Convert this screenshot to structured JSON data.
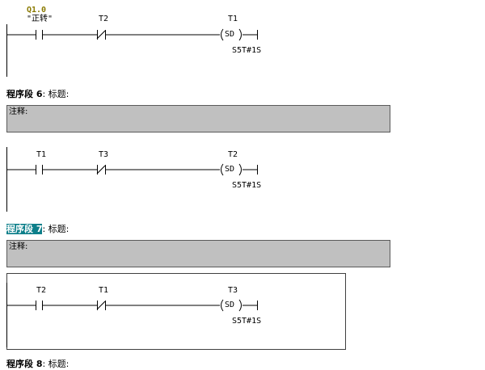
{
  "networks": [
    {
      "address": "Q1.0",
      "symbol": "\"正转\"",
      "contact1": "",
      "contact2": "T2",
      "coil_timer": "T1",
      "coil_type": "SD",
      "preset": "S5T#1S"
    },
    {
      "segment_label": "程序段 6",
      "title_suffix": ": 标题:",
      "comment_label": "注释:",
      "contact1": "T1",
      "contact2": "T3",
      "coil_timer": "T2",
      "coil_type": "SD",
      "preset": "S5T#1S"
    },
    {
      "segment_label": "程序段 7",
      "title_suffix": ": 标题:",
      "comment_label": "注释:",
      "contact1": "T2",
      "contact2": "T1",
      "coil_timer": "T3",
      "coil_type": "SD",
      "preset": "S5T#1S"
    },
    {
      "segment_label": "程序段 8",
      "title_suffix": ": 标题:"
    }
  ],
  "colors": {
    "address_text": "#8a7a00",
    "selected_segment_bg": "#0d7f8a",
    "comment_bg": "#c0c0c0"
  }
}
